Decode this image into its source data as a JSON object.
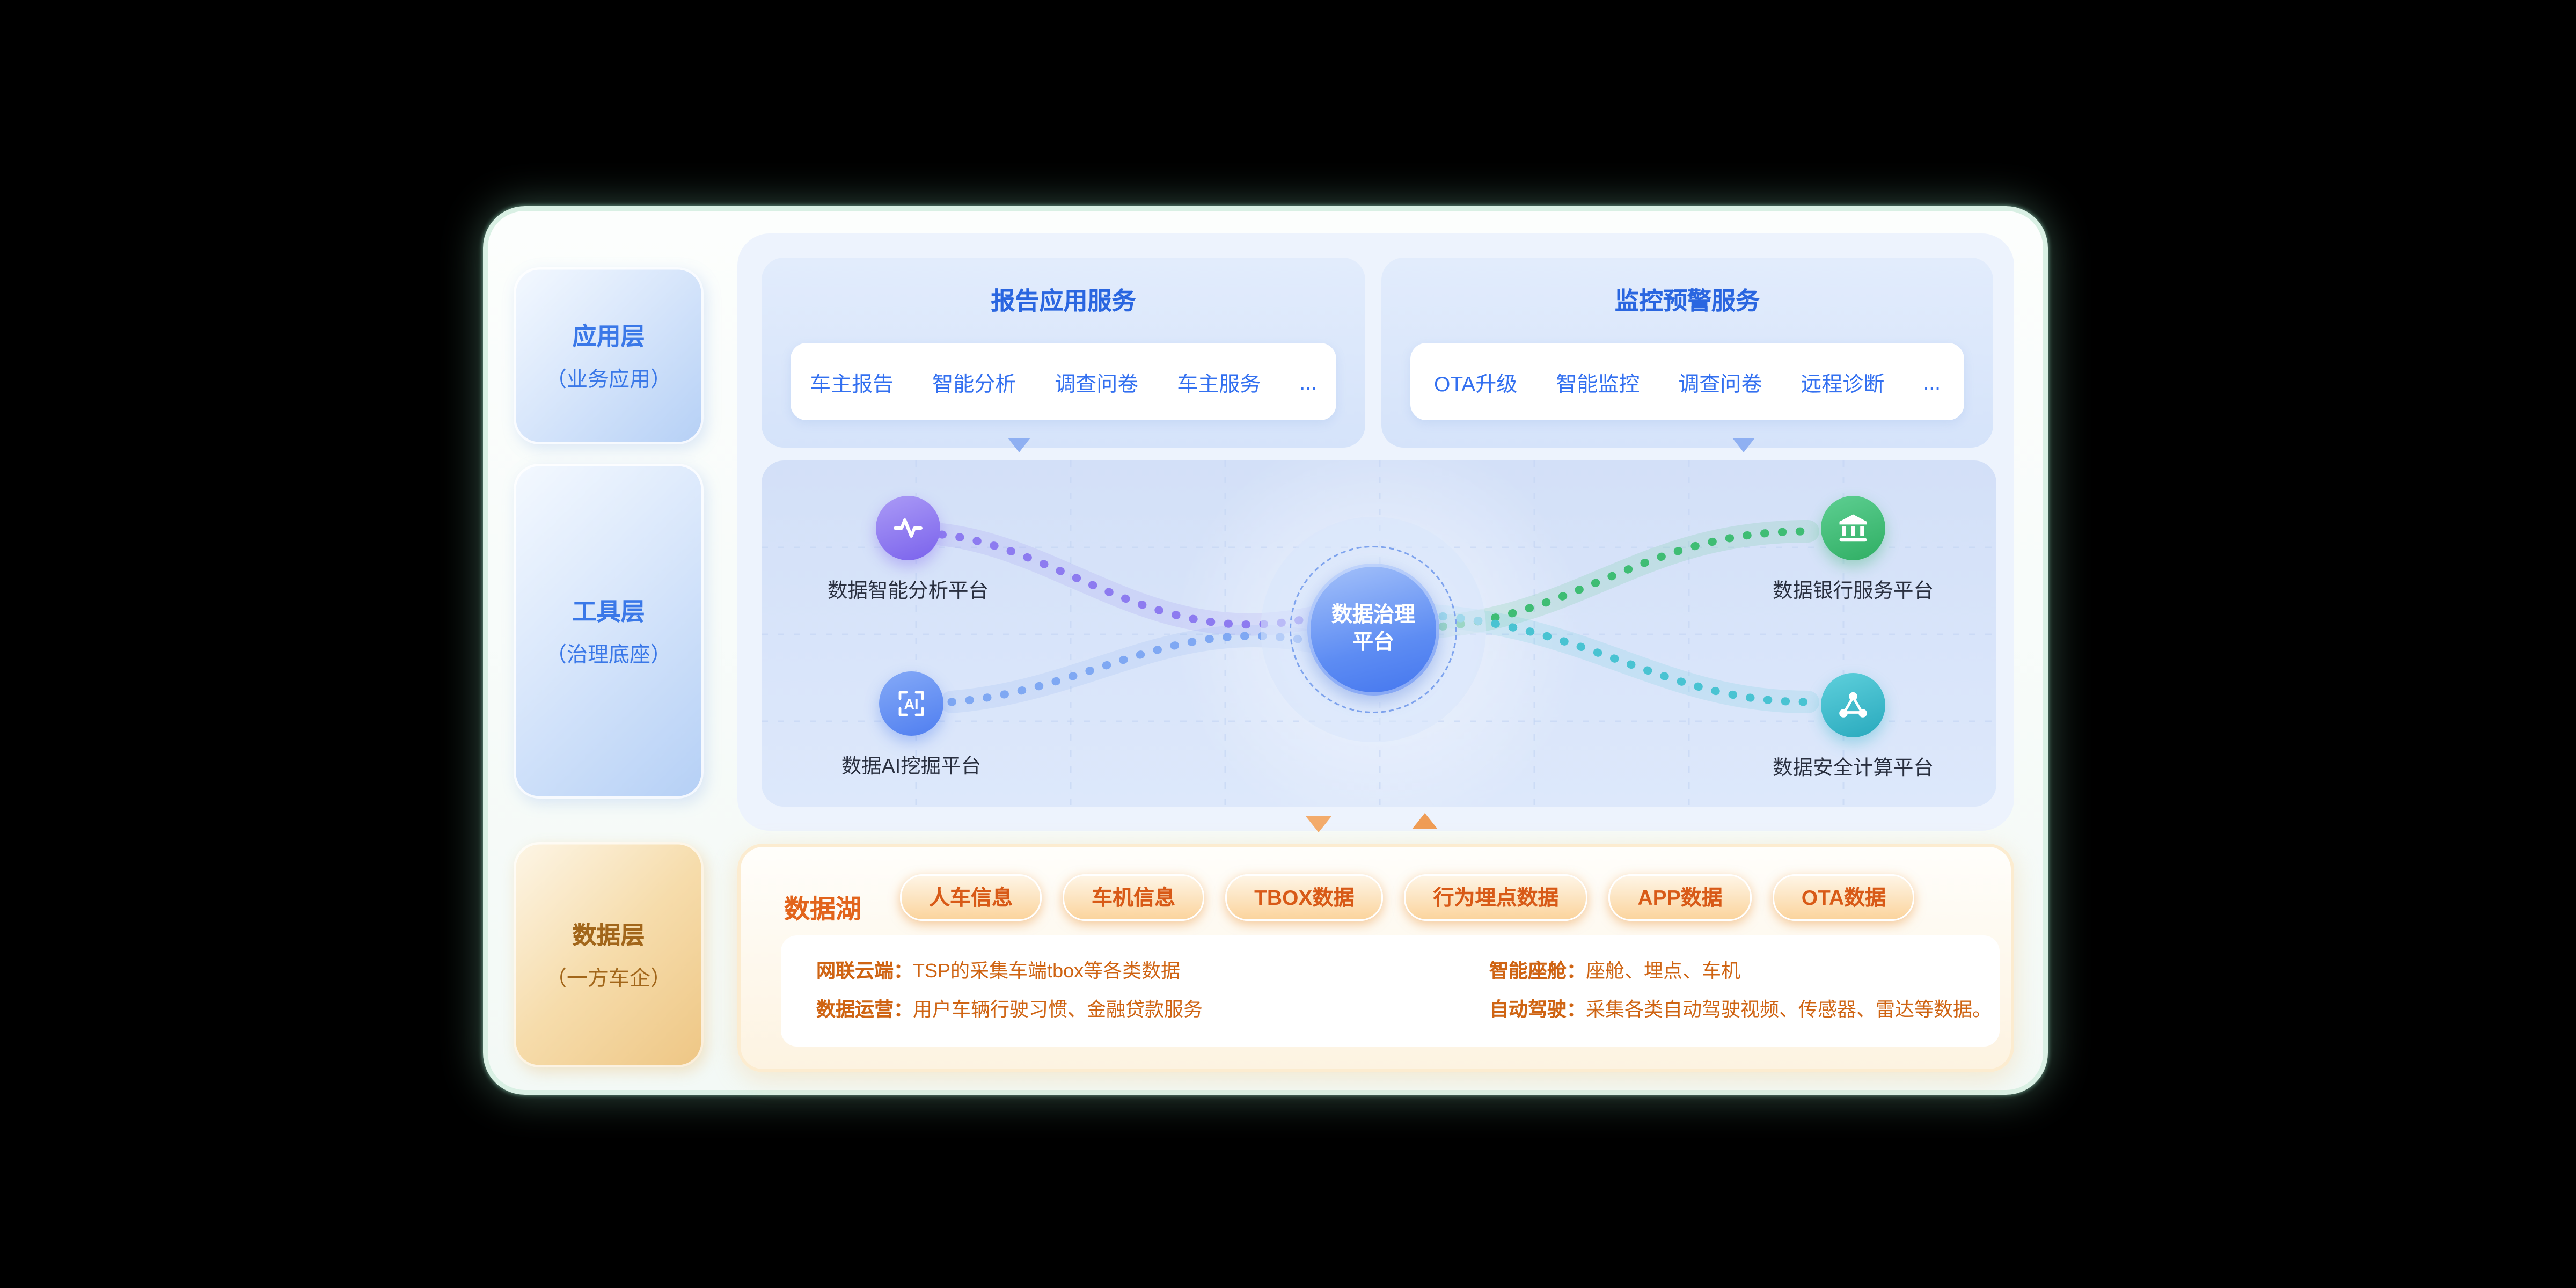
{
  "colors": {
    "accent_blue": "#3370f0",
    "title_blue": "#2a66e0",
    "accent_orange": "#e2641c",
    "node_purple": "#7a62ec",
    "node_blue": "#4f7ef0",
    "node_green": "#2fae63",
    "node_teal": "#28a9bd",
    "panel_glow_mint": "#d9f0e4"
  },
  "layers": {
    "app": {
      "title": "应用层",
      "subtitle": "（业务应用）"
    },
    "tool": {
      "title": "工具层",
      "subtitle": "（治理底座）"
    },
    "data": {
      "title": "数据层",
      "subtitle": "（一方车企）"
    }
  },
  "report_service": {
    "title": "报告应用服务",
    "items": [
      "车主报告",
      "智能分析",
      "调查问卷",
      "车主服务",
      "..."
    ]
  },
  "monitor_service": {
    "title": "监控预警服务",
    "items": [
      "OTA升级",
      "智能监控",
      "调查问卷",
      "远程诊断",
      "..."
    ]
  },
  "platform_map": {
    "center": {
      "line1": "数据治理",
      "line2": "平台"
    },
    "nodes": [
      {
        "id": "analysis",
        "label": "数据智能分析平台",
        "icon": "pulse-icon",
        "color": "#7a62ec"
      },
      {
        "id": "ai",
        "label": "数据AI挖掘平台",
        "icon": "ai-icon",
        "color": "#4f7ef0"
      },
      {
        "id": "bank",
        "label": "数据银行服务平台",
        "icon": "bank-icon",
        "color": "#2fae63"
      },
      {
        "id": "secure",
        "label": "数据安全计算平台",
        "icon": "network-icon",
        "color": "#28a9bd"
      }
    ]
  },
  "data_lake": {
    "title": "数据湖",
    "tags": [
      "人车信息",
      "车机信息",
      "TBOX数据",
      "行为埋点数据",
      "APP数据",
      "OTA数据"
    ],
    "details_left": [
      {
        "label": "网联云端：",
        "text": "TSP的采集车端tbox等各类数据"
      },
      {
        "label": "数据运营：",
        "text": "用户车辆行驶习惯、金融贷款服务"
      }
    ],
    "details_right": [
      {
        "label": "智能座舱：",
        "text": "座舱、埋点、车机"
      },
      {
        "label": "自动驾驶：",
        "text": "采集各类自动驾驶视频、传感器、雷达等数据。"
      }
    ]
  }
}
